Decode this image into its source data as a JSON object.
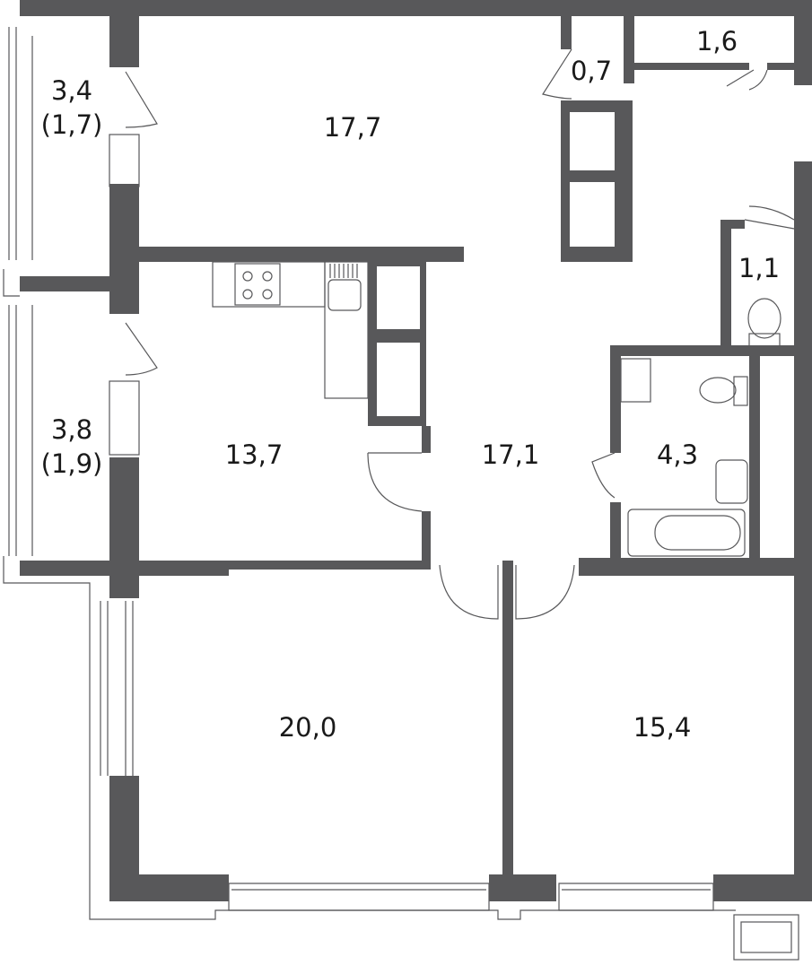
{
  "colors": {
    "wall": "#58585a",
    "line": "#58585a",
    "background": "#ffffff"
  },
  "rooms": [
    {
      "id": "loggia-top",
      "area": "3,4",
      "sub": "(1,7)"
    },
    {
      "id": "living-hall",
      "area": "17,7"
    },
    {
      "id": "closet",
      "area": "0,7"
    },
    {
      "id": "storage",
      "area": "1,6"
    },
    {
      "id": "wc",
      "area": "1,1"
    },
    {
      "id": "loggia-bottom",
      "area": "3,8",
      "sub": "(1,9)"
    },
    {
      "id": "kitchen",
      "area": "13,7"
    },
    {
      "id": "hall",
      "area": "17,1"
    },
    {
      "id": "bathroom",
      "area": "4,3"
    },
    {
      "id": "bedroom-left",
      "area": "20,0"
    },
    {
      "id": "bedroom-right",
      "area": "15,4"
    }
  ]
}
